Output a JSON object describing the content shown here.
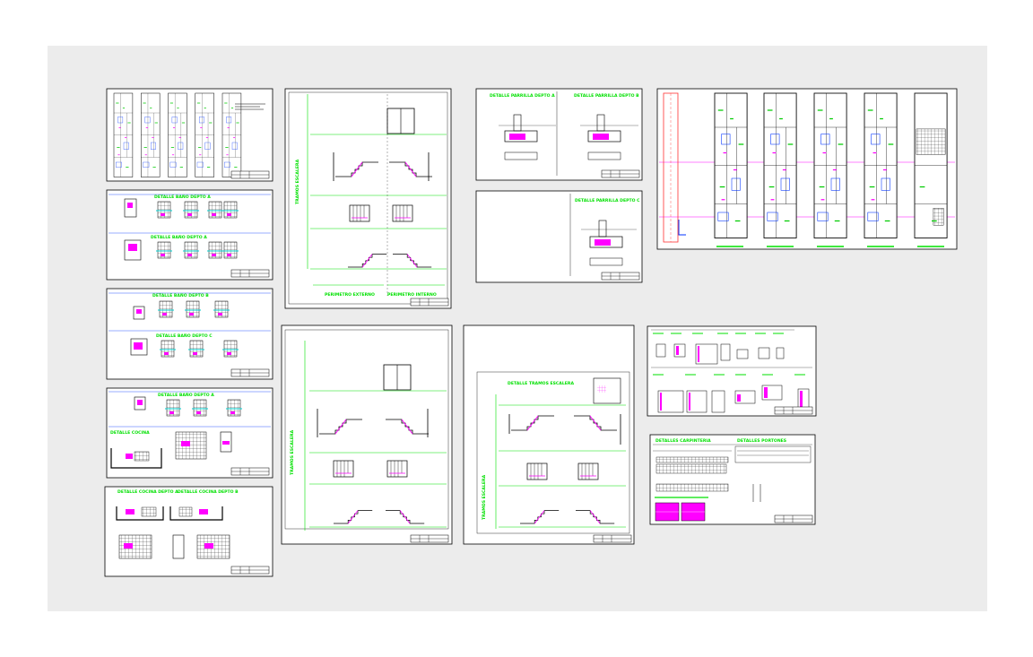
{
  "drawing_set": {
    "background": "#ececec",
    "colors": {
      "ink": "#000000",
      "accent": "#ff00ff",
      "annotation": "#00e000",
      "dimension": "#00cccc",
      "grid": "#0033ff",
      "axis": "#ff3399"
    },
    "sheets": {
      "escaleras_1": {
        "label_vert": "TRAMOS ESCALERA",
        "label_left": "PERIMETRO EXTERNO",
        "label_right": "PERIMETRO INTERNO"
      },
      "escaleras_2": {
        "label_vert": "TRAMOS ESCALERA"
      },
      "escaleras_3": {
        "label_title": "DETALLE TRAMOS ESCALERA",
        "label_vert": "TRAMOS ESCALERA"
      },
      "parrilla_ab": {
        "label_a": "DETALLE PARRILLA DEPTO A",
        "label_b": "DETALLE PARRILLA DEPTO B"
      },
      "parrilla_c": {
        "label_c": "DETALLE PARRILLA DEPTO C"
      },
      "banos_1": {
        "label_1": "DETALLE BAÑO DEPTO A",
        "label_2": "DETALLE BAÑO DEPTO A"
      },
      "banos_2": {
        "label_1": "DETALLE BAÑO DEPTO B",
        "label_2": "DETALLE BAÑO DEPTO C"
      },
      "banos_3": {
        "label_1": "DETALLE BAÑO DEPTO A",
        "label_2": "DETALLE COCINA"
      },
      "cocina": {
        "label_a": "DETALLE COCINA DEPTO A",
        "label_b": "DETALLE COCINA DEPTO B"
      },
      "carpinteria_2": {
        "label_1": "DETALLES CARPINTERIA",
        "label_2": "DETALLES PORTONES"
      }
    }
  }
}
